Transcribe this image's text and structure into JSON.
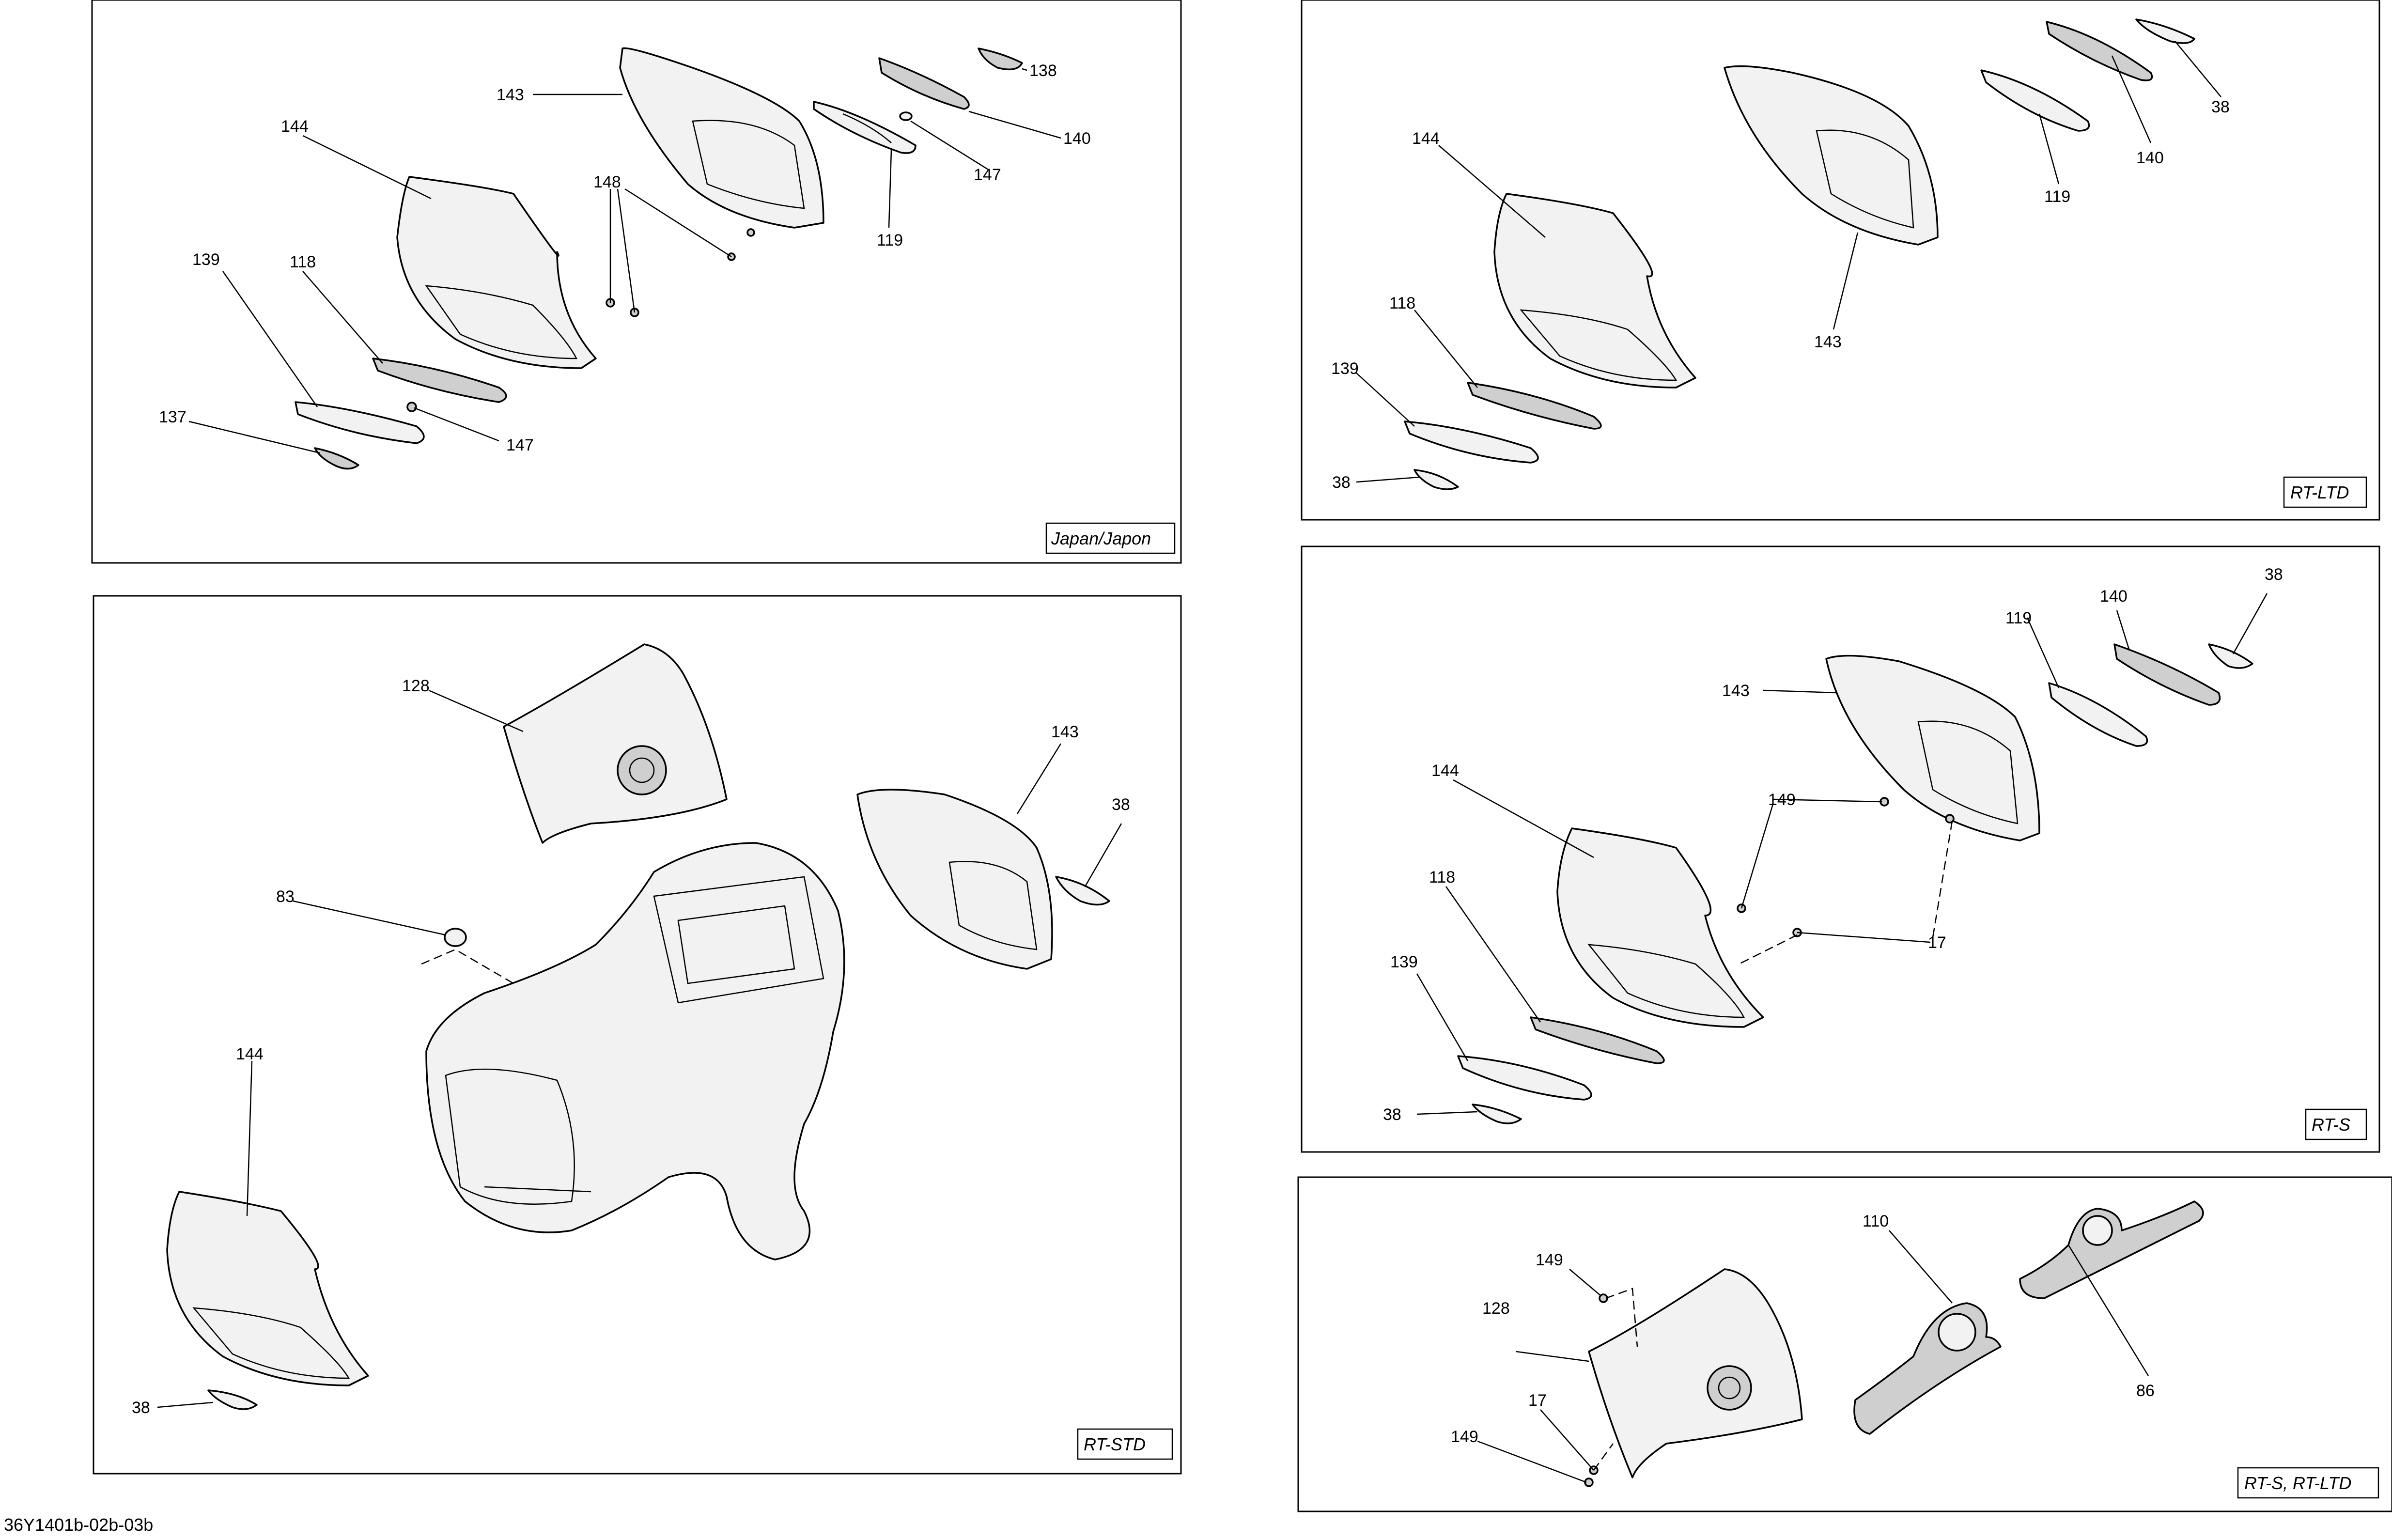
{
  "panels": {
    "japan": {
      "tag": "Japan/Japon",
      "labels": [
        "143",
        "138",
        "140",
        "147",
        "119",
        "148",
        "144",
        "139",
        "118",
        "137",
        "147"
      ]
    },
    "rt_ltd": {
      "tag": "RT-LTD",
      "labels": [
        "38",
        "140",
        "119",
        "144",
        "143",
        "118",
        "139",
        "38"
      ]
    },
    "rt_std": {
      "tag": "RT-STD",
      "labels": [
        "128",
        "143",
        "38",
        "83",
        "144",
        "38"
      ]
    },
    "rt_s": {
      "tag": "RT-S",
      "labels": [
        "38",
        "140",
        "119",
        "143",
        "149",
        "144",
        "17",
        "118",
        "139",
        "38"
      ]
    },
    "rt_s_ltd": {
      "tag": "RT-S, RT-LTD",
      "labels": [
        "110",
        "149",
        "128",
        "86",
        "17",
        "149"
      ]
    }
  },
  "diagram_code": "36Y1401b-02b-03b"
}
